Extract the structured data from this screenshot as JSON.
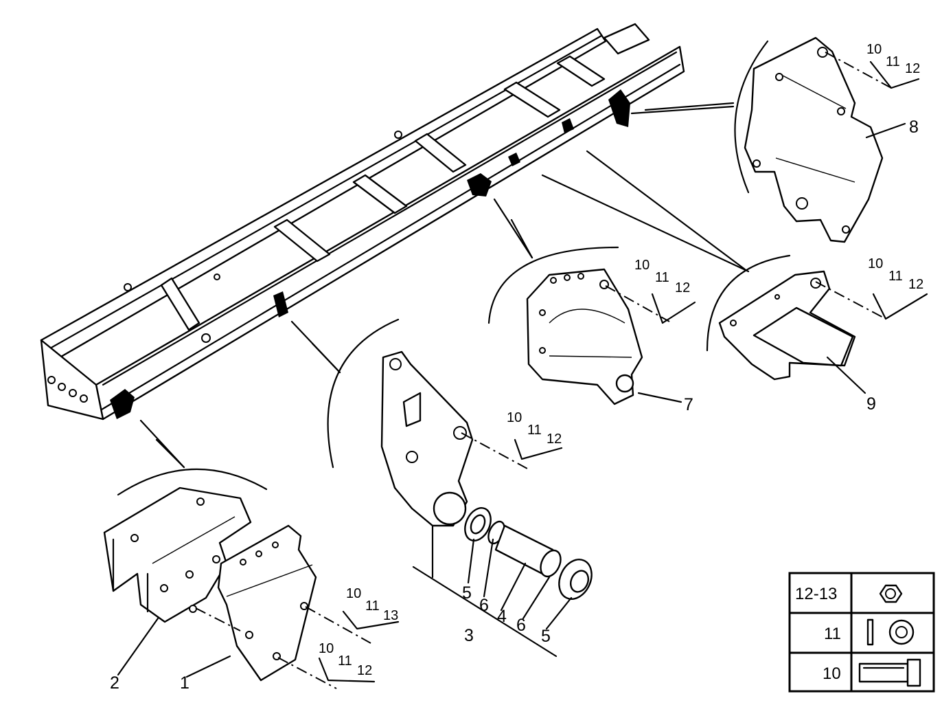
{
  "callouts": {
    "p1": "1",
    "p2": "2",
    "p3": "3",
    "p4": "4",
    "p5a": "5",
    "p5b": "5",
    "p6a": "6",
    "p6b": "6",
    "p7": "7",
    "p8": "8",
    "p9": "9"
  },
  "fastener_refs": {
    "bracket8": [
      "10",
      "11",
      "12"
    ],
    "bracket7": [
      "10",
      "11",
      "12"
    ],
    "bracket9": [
      "10",
      "11",
      "12"
    ],
    "hanger3": [
      "10",
      "11",
      "12"
    ],
    "plate1_upper": [
      "10",
      "11",
      "13"
    ],
    "plate1_lower": [
      "10",
      "11",
      "12"
    ]
  },
  "legend": {
    "rows": [
      {
        "label": "12-13",
        "icon": "nut-icon"
      },
      {
        "label": "11",
        "icon": "washer-icon"
      },
      {
        "label": "10",
        "icon": "bolt-icon"
      }
    ]
  },
  "colors": {
    "line": "#000000",
    "background": "#ffffff"
  }
}
